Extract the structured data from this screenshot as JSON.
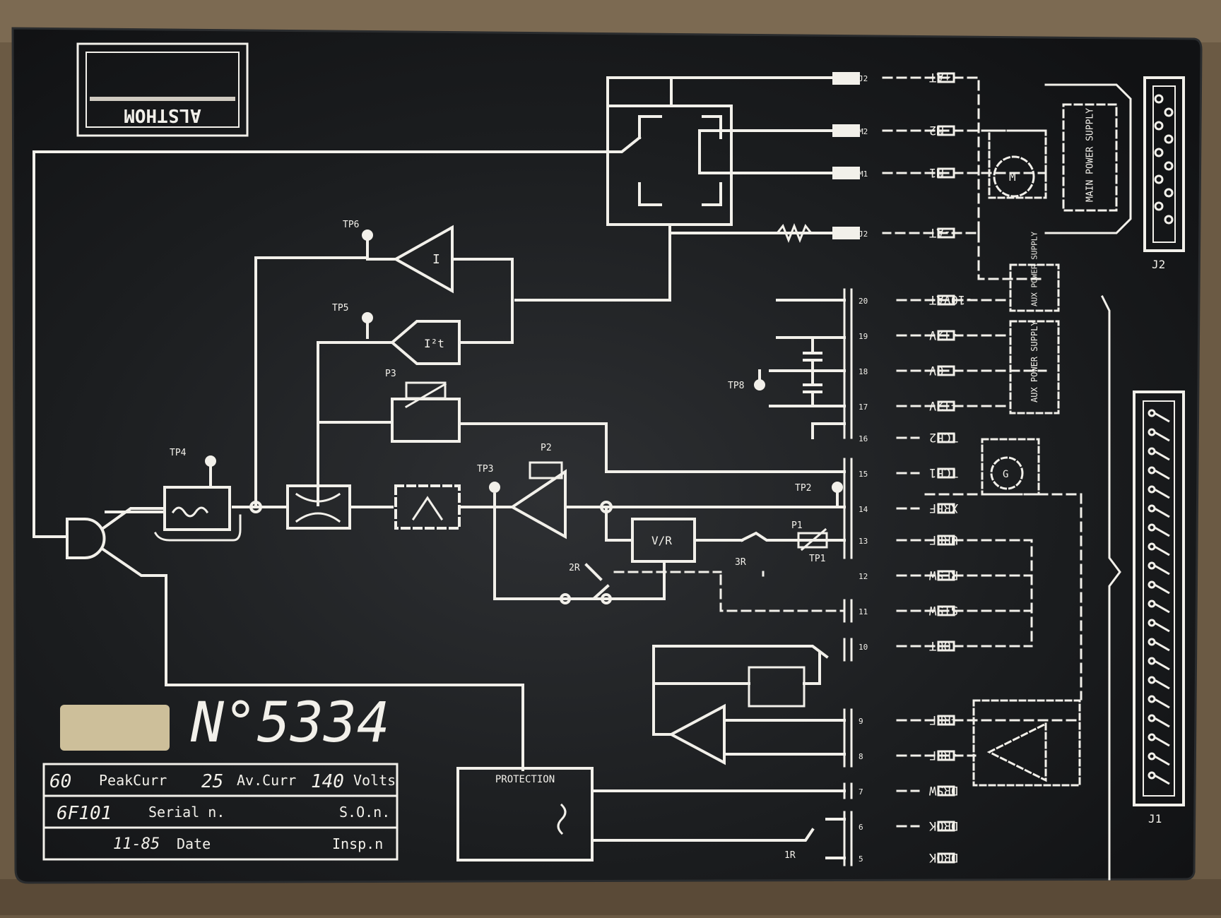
{
  "colors": {
    "wood": "#6b5a44",
    "plate": "#1a1c1e",
    "plate_edge": "#2a2c2e",
    "ink": "#f2f0ea",
    "ink_dim": "#cfcac0",
    "label_tape": "#cdbf9a"
  },
  "logo": {
    "text": "ALSTHOM"
  },
  "handwritten_number": "N°5334",
  "test_points": {
    "tp1": "TP1",
    "tp2": "TP2",
    "tp3": "TP3",
    "tp4": "TP4",
    "tp5": "TP5",
    "tp6": "TP6",
    "tp8": "TP8"
  },
  "potentiometers": {
    "p1": "P1",
    "p2": "P2",
    "p3": "P3"
  },
  "relays": {
    "r1": "1R",
    "r2": "2R",
    "r3": "3R"
  },
  "blocks": {
    "protection": "PROTECTION",
    "v_r": "V/R",
    "main_power_supply": "MAIN POWER SUPPLY",
    "aux_power_supply_1": "AUX POWER SUPPLY",
    "aux_power_supply_2": "AUX POWER SUPPLY",
    "motor": "M",
    "tacho": "G",
    "amp_i": "I",
    "amp_i2t": "I²t"
  },
  "connectors": {
    "j1": "J1",
    "j2": "J2"
  },
  "terminals": [
    {
      "label": "+AT",
      "pin": "J2"
    },
    {
      "label": "M2",
      "pin": "M2"
    },
    {
      "label": "M1",
      "pin": "M1"
    },
    {
      "label": "-AT",
      "pin": "J2"
    },
    {
      "label": "-10VAT",
      "pin": "20"
    },
    {
      "label": "-12V",
      "pin": "19"
    },
    {
      "label": "0V",
      "pin": "18"
    },
    {
      "label": "+12V",
      "pin": "17"
    },
    {
      "label": "TCH2",
      "pin": "16"
    },
    {
      "label": "TCH1",
      "pin": "15"
    },
    {
      "label": "XREF",
      "pin": "14"
    },
    {
      "label": "UREF",
      "pin": "13"
    },
    {
      "label": "RESW",
      "pin": "12"
    },
    {
      "label": "STSW",
      "pin": "11"
    },
    {
      "label": "OUT",
      "pin": "10"
    },
    {
      "label": "+REF",
      "pin": "9"
    },
    {
      "label": "-REF",
      "pin": "8"
    },
    {
      "label": "DRSW",
      "pin": "7"
    },
    {
      "label": "DROK",
      "pin": "6"
    },
    {
      "label": "DROK",
      "pin": "5"
    }
  ],
  "nameplate": {
    "row1": {
      "volts_label": "Volts",
      "volts_value": "140",
      "avcurr_label": "Av.Curr",
      "avcurr_value": "25",
      "peakcurr_label": "PeakCurr",
      "peakcurr_value": "60"
    },
    "row2": {
      "son_label": "S.O.n.",
      "serial_label": "Serial n.",
      "serial_value": "6F101"
    },
    "row3": {
      "inspn_label": "Insp.n",
      "date_label": "Date",
      "date_value": "11-85"
    }
  }
}
